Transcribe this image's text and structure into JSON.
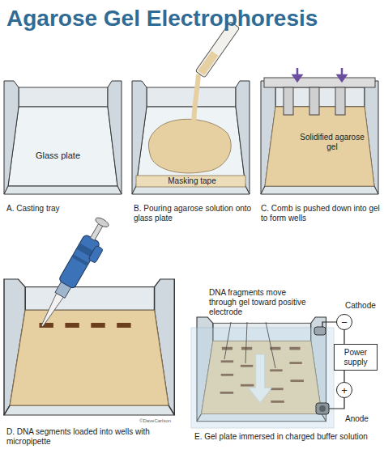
{
  "diagram": {
    "title": "Agarose Gel Electrophoresis",
    "nodes": [
      {
        "text": [
          "Power supply"
        ]
      },
      {
        "text": [
          "−"
        ]
      },
      {
        "text": [
          "+"
        ]
      }
    ],
    "edges": [
      {
        "from": 1,
        "to": 0,
        "arrow": "none"
      },
      {
        "from": 0,
        "to": 2,
        "arrow": "none"
      }
    ],
    "labels": [
      "Glass plate",
      "Masking tape",
      "Solidified agarose gel",
      "A. Casting tray",
      "B. Pouring agarose solution onto glass plate",
      "C. Comb is pushed down into gel to form wells",
      "DNA fragments move through gel toward positive electrode",
      "Cathode",
      "Anode",
      "©DaveCarlson",
      "D. DNA segments loaded into wells with micropipette",
      "E. Gel plate immersed in charged buffer solution"
    ]
  }
}
